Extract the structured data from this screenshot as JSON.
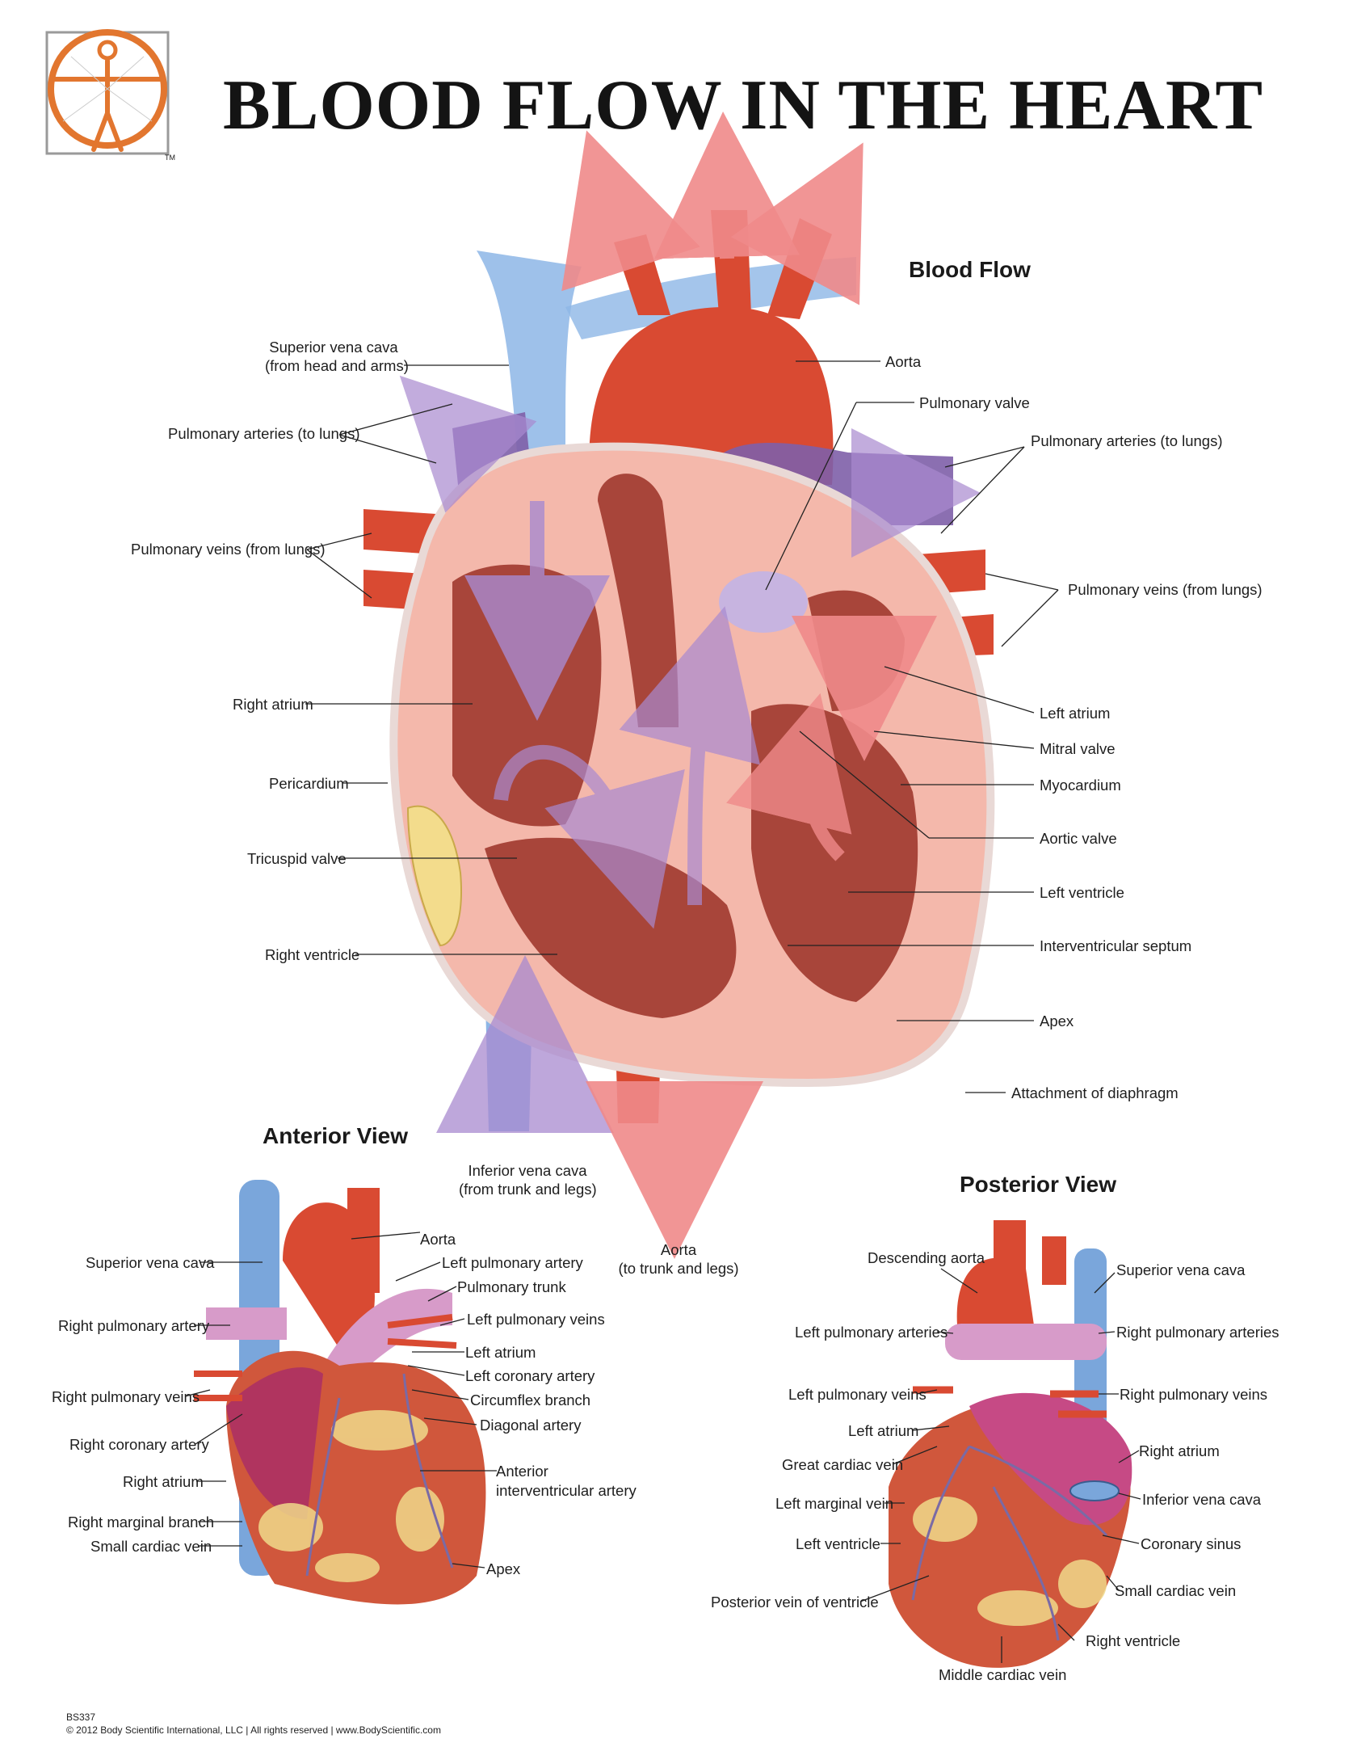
{
  "title": "BLOOD FLOW IN THE HEART",
  "headings": {
    "blood_flow": "Blood Flow",
    "anterior": "Anterior View",
    "posterior": "Posterior View"
  },
  "main_labels": {
    "superior_vena_cava": "Superior vena cava",
    "superior_vena_cava_sub": "(from head and arms)",
    "pulmonary_arteries_left": "Pulmonary arteries (to lungs)",
    "pulmonary_veins_left": "Pulmonary veins (from lungs)",
    "right_atrium": "Right atrium",
    "pericardium": "Pericardium",
    "tricuspid_valve": "Tricuspid valve",
    "right_ventricle": "Right ventricle",
    "inferior_vena_cava": "Inferior vena cava",
    "inferior_vena_cava_sub": "(from trunk and legs)",
    "aorta_bottom": "Aorta",
    "aorta_bottom_sub": "(to trunk and legs)",
    "aorta": "Aorta",
    "pulmonary_valve": "Pulmonary valve",
    "pulmonary_arteries_right": "Pulmonary arteries (to lungs)",
    "pulmonary_veins_right": "Pulmonary veins (from lungs)",
    "left_atrium": "Left atrium",
    "mitral_valve": "Mitral valve",
    "myocardium": "Myocardium",
    "aortic_valve": "Aortic valve",
    "left_ventricle": "Left ventricle",
    "interventricular_septum": "Interventricular septum",
    "apex": "Apex",
    "attachment_of_diaphragm": "Attachment of diaphragm"
  },
  "anterior_labels": {
    "aorta": "Aorta",
    "superior_vena_cava": "Superior vena cava",
    "left_pulmonary_artery": "Left pulmonary artery",
    "pulmonary_trunk": "Pulmonary trunk",
    "right_pulmonary_artery": "Right pulmonary artery",
    "left_pulmonary_veins": "Left pulmonary veins",
    "left_atrium": "Left atrium",
    "left_coronary_artery": "Left coronary artery",
    "right_pulmonary_veins": "Right pulmonary veins",
    "circumflex_branch": "Circumflex branch",
    "diagonal_artery": "Diagonal artery",
    "right_coronary_artery": "Right coronary artery",
    "right_atrium": "Right atrium",
    "anterior": "Anterior",
    "interventricular_artery": "interventricular artery",
    "right_marginal_branch": "Right marginal branch",
    "small_cardiac_vein": "Small cardiac vein",
    "apex": "Apex"
  },
  "posterior_labels": {
    "descending_aorta": "Descending aorta",
    "superior_vena_cava": "Superior vena cava",
    "left_pulmonary_arteries": "Left pulmonary arteries",
    "right_pulmonary_arteries": "Right pulmonary arteries",
    "left_pulmonary_veins": "Left pulmonary veins",
    "right_pulmonary_veins": "Right pulmonary veins",
    "left_atrium": "Left atrium",
    "right_atrium": "Right atrium",
    "great_cardiac_vein": "Great cardiac vein",
    "inferior_vena_cava": "Inferior vena cava",
    "left_marginal_vein": "Left marginal vein",
    "left_ventricle": "Left ventricle",
    "coronary_sinus": "Coronary sinus",
    "small_cardiac_vein": "Small cardiac vein",
    "posterior_vein_of_ventricle": "Posterior vein of ventricle",
    "right_ventricle": "Right ventricle",
    "middle_cardiac_vein": "Middle cardiac vein"
  },
  "footer": {
    "code": "BS337",
    "copyright": "© 2012 Body Scientific International, LLC | All rights reserved | www.BodyScientific.com"
  },
  "colors": {
    "oxygenated": "#d4412c",
    "deoxygenated": "#7aa6db",
    "pulmonary_artery": "#8a5aa8",
    "myocardium": "#f2b4a8",
    "fat": "#f3dc8c",
    "logo_orange": "#e2762f"
  }
}
